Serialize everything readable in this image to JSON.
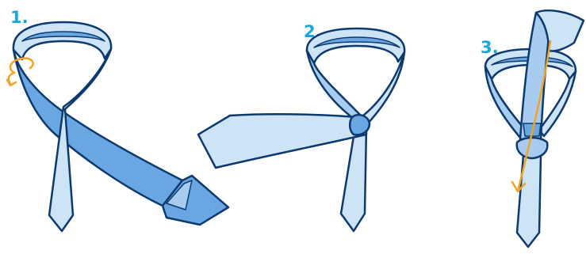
{
  "steps": [
    {
      "number": "1.",
      "arrow_icon": "rotate-arrow-icon"
    },
    {
      "number": "2."
    },
    {
      "number": "3.",
      "arrow_icon": "down-arrow-icon"
    }
  ],
  "colors": {
    "label": "#19a6dd",
    "outline": "#0c3a6e",
    "tie_light": "#cde3f6",
    "tie_mid": "#a7ccef",
    "tie_dark": "#6aa7e2",
    "arrow": "#f3a31f"
  }
}
